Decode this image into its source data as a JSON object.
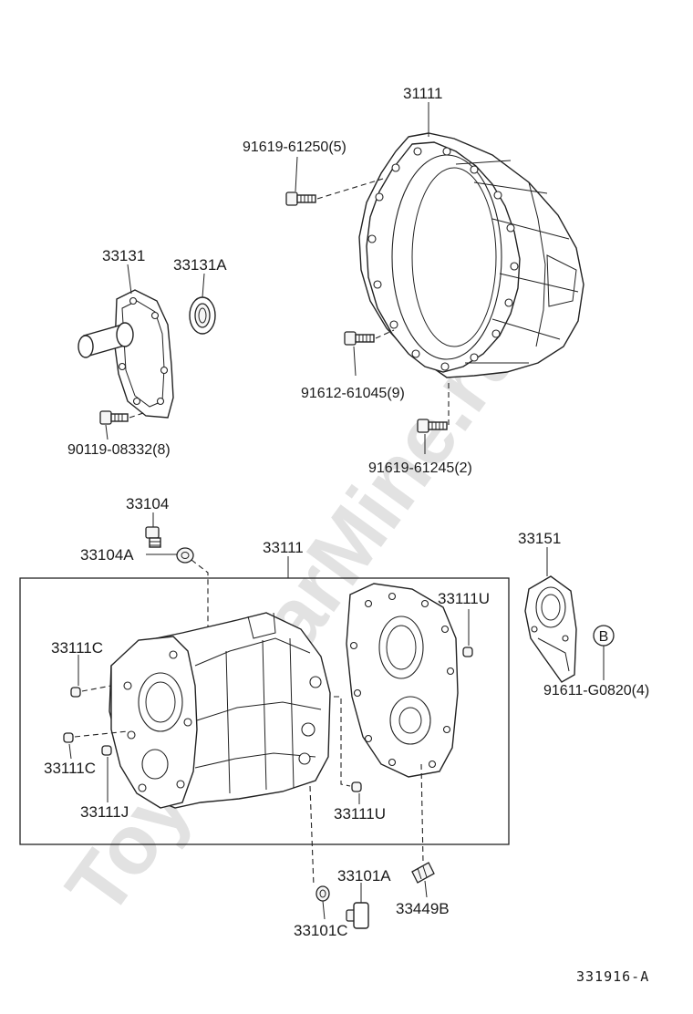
{
  "watermark": "ToyotaCarMine.ru",
  "drawing_code": "331916-A",
  "labels": {
    "bell_housing": "31111",
    "bolt_61250": "91619-61250(5)",
    "bolt_61045": "91612-61045(9)",
    "bolt_61245": "91619-61245(2)",
    "retainer": "33131",
    "oil_seal": "33131A",
    "bolt_08332": "90119-08332(8)",
    "plug_top": "33104",
    "gasket_top": "33104A",
    "case_assy": "33111",
    "pin_u_top": "33111U",
    "pin_c_top": "33111C",
    "pin_c_bottom": "33111C",
    "pin_j": "33111J",
    "pin_u_bottom": "33111U",
    "cover": "33151",
    "callout_b": "B",
    "bolt_g0820": "91611-G0820(4)",
    "plug_drain": "33101A",
    "gasket_drain": "33101C",
    "breather": "33449B"
  }
}
